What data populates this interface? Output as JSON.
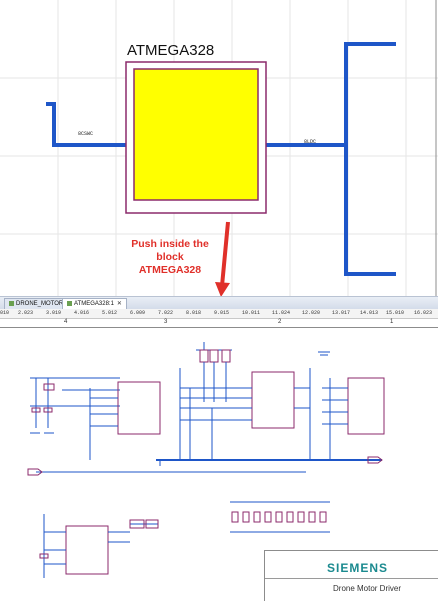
{
  "top": {
    "block_title": "ATMEGA328",
    "net_left": "8CSWC",
    "net_right": "8LDC",
    "annotation_lines": [
      "Push inside the",
      "block",
      "ATMEGA328"
    ],
    "colors": {
      "block_fill": "#ffff00",
      "block_border": "#8b2a6b",
      "wire": "#1e56c8",
      "annotation": "#e0302a"
    }
  },
  "tabs": [
    {
      "label": "DRONE_MOTOR",
      "icon": "schematic-icon",
      "close": "✕"
    },
    {
      "label": "ATMEGA328:1",
      "icon": "schematic-icon",
      "close": "✕"
    }
  ],
  "ruler": [
    "010",
    "2.023",
    "3.019",
    "4.016",
    "5.012",
    "6.009",
    "7.022",
    "8.018",
    "9.015",
    "10.011",
    "11.024",
    "12.020",
    "13.017",
    "14.013",
    "15.010",
    "16.023"
  ],
  "zones": [
    "4",
    "3",
    "2",
    "1"
  ],
  "title_block": {
    "logo": "SIEMENS",
    "name": "Drone Motor Driver"
  }
}
